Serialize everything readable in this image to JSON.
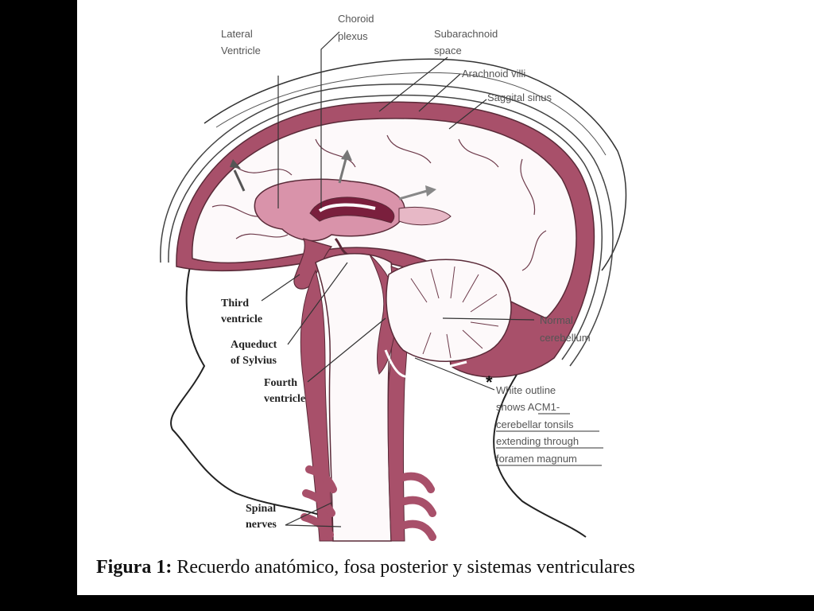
{
  "labels": {
    "lateral_ventricle": [
      "Lateral",
      "Ventricle"
    ],
    "choroid_plexus": [
      "Choroid",
      "plexus"
    ],
    "subarachnoid_space": [
      "Subarachnoid",
      "space"
    ],
    "arachnoid_villi": "Arachnoid villi",
    "saggital_sinus": "Saggital sinus",
    "third_ventricle": [
      "Third",
      "ventricle"
    ],
    "aqueduct_of_sylvius": [
      "Aqueduct",
      "of Sylvius"
    ],
    "fourth_ventricle": [
      "Fourth",
      "ventricle"
    ],
    "normal_cerebellum": [
      "Normal",
      "cerebellum"
    ],
    "spinal_nerves": [
      "Spinal",
      "nerves"
    ],
    "white_outline": [
      "White outline",
      "shows ACM1-",
      "cerebellar tonsils",
      "extending through",
      "foramen magnum"
    ],
    "asterisk": "*"
  },
  "caption": {
    "prefix": "Figura 1:",
    "text": " Recuerdo anatómico, fosa posterior y sistemas ventriculares"
  },
  "colors": {
    "csf": "#a8506a",
    "csf_light": "#e7b8c6",
    "ventricle": "#d993aa",
    "outline": "#5a2a38",
    "skin_line": "#222222"
  }
}
